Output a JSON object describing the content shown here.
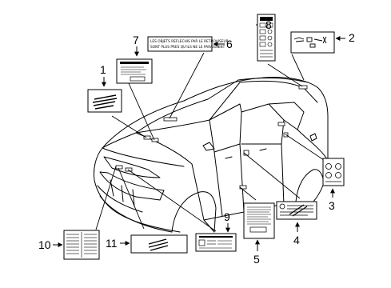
{
  "diagram": {
    "callouts": [
      "1",
      "2",
      "3",
      "4",
      "5",
      "6",
      "7",
      "8",
      "9",
      "10",
      "11"
    ],
    "label_6_text": {
      "line1": "LES OBJETS REFLECHIS PAR LE RETROVISEUR",
      "line2": "SONT PLUS PRES QU'ILS NE LE PARAISSENT"
    }
  }
}
